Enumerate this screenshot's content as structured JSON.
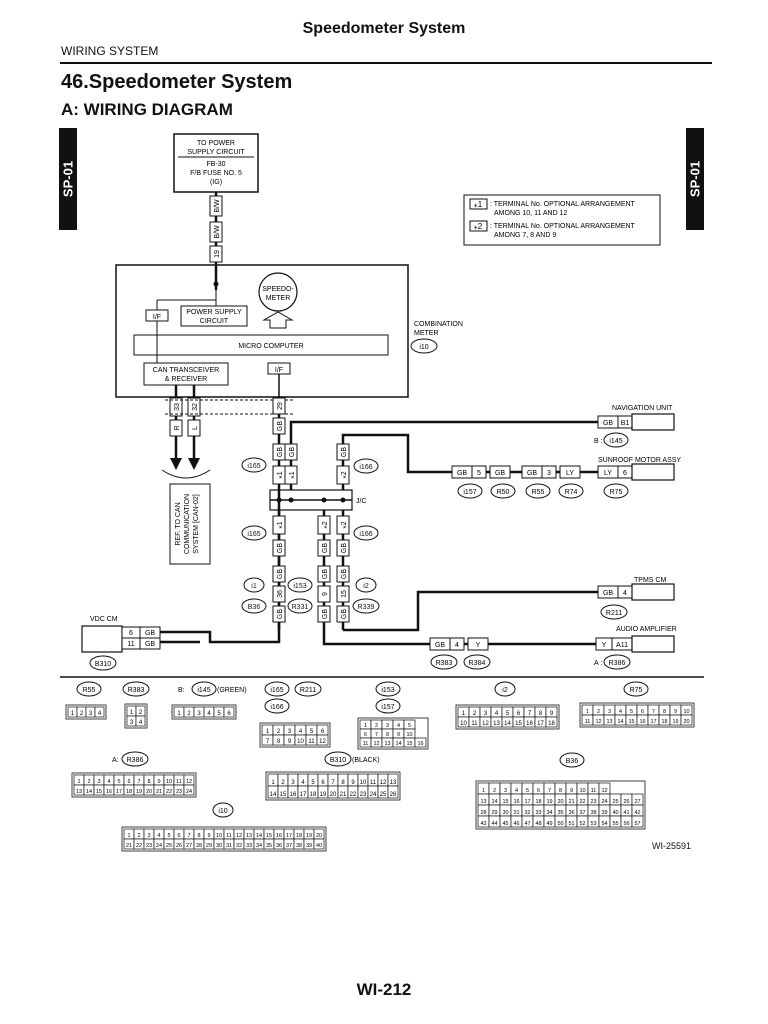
{
  "header": {
    "title": "Speedometer System",
    "section": "WIRING SYSTEM"
  },
  "heading": {
    "title": "46.Speedometer System",
    "subtitle": "A:  WIRING DIAGRAM"
  },
  "side_tab": "SP-01",
  "footer": {
    "page": "WI-212",
    "figure_id": "WI-25591"
  },
  "legend": [
    {
      "mark": "⁎1",
      "text1": ": TERMINAL No. OPTIONAL ARRANGEMENT",
      "text2": "AMONG 10, 11 AND 12"
    },
    {
      "mark": "⁎2",
      "text1": ": TERMINAL No. OPTIONAL ARRANGEMENT",
      "text2": "AMONG 7, 8 AND 9"
    }
  ],
  "power_box": {
    "l1": "TO POWER",
    "l2": "SUPPLY CIRCUIT",
    "l3": "FB-30",
    "l4": "F/B FUSE NO. 5",
    "l5": "(IG)"
  },
  "combination_meter": {
    "label1": "COMBINATION",
    "label2": "METER",
    "connector": "i10",
    "speedo1": "SPEEDO-",
    "speedo2": "METER",
    "psc1": "POWER SUPPLY",
    "psc2": "CIRCUIT",
    "micro": "MICRO COMPUTER",
    "can1": "CAN TRANSCEIVER",
    "can2": "& RECEIVER",
    "if": "I/F"
  },
  "wires": {
    "bw": "B/W",
    "gb": "GB",
    "r": "R",
    "l": "L",
    "y": "Y",
    "ly": "LY"
  },
  "pins": {
    "p19": "19",
    "p33": "33",
    "p32": "32",
    "p29": "29",
    "p36": "36",
    "p9": "9",
    "p15": "15",
    "p5": "5",
    "p3": "3",
    "p6": "6",
    "p4": "4",
    "p11": "11",
    "star1": "⁎1",
    "star2": "⁎2"
  },
  "jc": "J/C",
  "can_ref": {
    "l1": "REF. TO CAN",
    "l2": "COMMUNICATION",
    "l3": "SYSTEM [CAN-02]"
  },
  "components": {
    "nav": "NAVIGATION UNIT",
    "nav_pin": "B1",
    "nav_conn_prefix": "B :",
    "nav_conn": "i145",
    "sunroof": "SUNROOF MOTOR ASSY",
    "tpms": "TPMS CM",
    "audio": "AUDIO AMPLIFIER",
    "audio_pin": "A11",
    "audio_conn_prefix": "A :",
    "audio_conn": "R386",
    "vdc": "VDC CM"
  },
  "connectors": {
    "i165": "i165",
    "i166": "i166",
    "i1": "i1",
    "i2": "i2",
    "i153": "i153",
    "B36": "B36",
    "R331": "R331",
    "R339": "R339",
    "i157": "i157",
    "R50": "R50",
    "R55": "R55",
    "R74": "R74",
    "R75": "R75",
    "R211": "R211",
    "R383": "R383",
    "R384": "R384",
    "B310": "B310",
    "i10": "i10",
    "R386": "R386",
    "i145": "i145",
    "R211b": "R211"
  },
  "lower": {
    "b_prefix": "B:",
    "green": "(GREEN)",
    "black": "(BLACK)",
    "a_prefix": "A:",
    "r55_pins": [
      "1",
      "2",
      "3",
      "4"
    ],
    "r383_pins": [
      "1",
      "2",
      "3",
      "4"
    ],
    "i145_pins": [
      "1",
      "2",
      "3",
      "4",
      "5",
      "6"
    ],
    "i165_pins": [
      "1",
      "2",
      "3",
      "4",
      "5",
      "6",
      "7",
      "8",
      "9",
      "10",
      "11",
      "12"
    ],
    "i157_pins": [
      "1",
      "2",
      "3",
      "4",
      "5",
      "6",
      "7",
      "8",
      "9",
      "10",
      "11",
      "12",
      "13",
      "14",
      "15",
      "16"
    ],
    "i2_pins": [
      "1",
      "2",
      "3",
      "4",
      "5",
      "6",
      "7",
      "8",
      "9",
      "10",
      "11",
      "12",
      "13",
      "14",
      "15",
      "16",
      "17",
      "18"
    ],
    "r75_pins": [
      "1",
      "2",
      "3",
      "4",
      "5",
      "6",
      "7",
      "8",
      "9",
      "10",
      "11",
      "12",
      "13",
      "14",
      "15",
      "16",
      "17",
      "18",
      "19",
      "20"
    ],
    "r386_pins": [
      "1",
      "2",
      "3",
      "4",
      "5",
      "6",
      "7",
      "8",
      "9",
      "10",
      "11",
      "12",
      "13",
      "14",
      "15",
      "16",
      "17",
      "18",
      "19",
      "20",
      "21",
      "22",
      "23",
      "24"
    ],
    "b310_pins": [
      "1",
      "2",
      "3",
      "4",
      "5",
      "6",
      "7",
      "8",
      "9",
      "10",
      "11",
      "12",
      "13",
      "14",
      "15",
      "16",
      "17",
      "18",
      "19",
      "20",
      "21",
      "22",
      "23",
      "24",
      "25",
      "26"
    ],
    "i10_pins": [
      "1",
      "2",
      "3",
      "4",
      "5",
      "6",
      "7",
      "8",
      "9",
      "10",
      "11",
      "12",
      "13",
      "14",
      "15",
      "16",
      "17",
      "18",
      "19",
      "20",
      "21",
      "22",
      "23",
      "24",
      "25",
      "26",
      "27",
      "28",
      "29",
      "30",
      "31",
      "32",
      "33",
      "34",
      "35",
      "36",
      "37",
      "38",
      "39",
      "40"
    ],
    "b36_pins": [
      "1",
      "2",
      "3",
      "4",
      "5",
      "6",
      "7",
      "8",
      "9",
      "10",
      "11",
      "12",
      "13",
      "14",
      "15",
      "16",
      "17",
      "18",
      "19",
      "20",
      "21",
      "22",
      "23",
      "24",
      "25",
      "26",
      "27",
      "28",
      "29",
      "30",
      "31",
      "32",
      "33",
      "34",
      "35",
      "36",
      "37",
      "38",
      "39",
      "40",
      "41",
      "42",
      "43",
      "44",
      "45",
      "46",
      "47",
      "48",
      "49",
      "50",
      "51",
      "52",
      "53",
      "54",
      "55",
      "56",
      "57"
    ]
  }
}
